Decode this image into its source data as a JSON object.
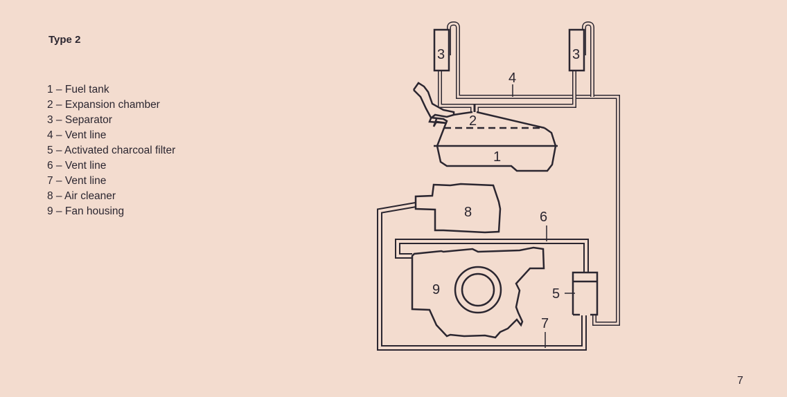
{
  "title": "Type 2",
  "legend": [
    {
      "num": "1",
      "label": "Fuel tank"
    },
    {
      "num": "2",
      "label": "Expansion chamber"
    },
    {
      "num": "3",
      "label": "Separator"
    },
    {
      "num": "4",
      "label": "Vent line"
    },
    {
      "num": "5",
      "label": "Activated charcoal filter"
    },
    {
      "num": "6",
      "label": "Vent line"
    },
    {
      "num": "7",
      "label": "Vent line"
    },
    {
      "num": "8",
      "label": "Air cleaner"
    },
    {
      "num": "9",
      "label": "Fan housing"
    }
  ],
  "legend_text": [
    "1 – Fuel tank",
    "2 – Expansion chamber",
    "3 – Separator",
    "4 – Vent line",
    "5 – Activated charcoal filter",
    "6 – Vent line",
    "7 – Vent line",
    "8 – Air cleaner",
    "9 – Fan housing"
  ],
  "diagram_labels": {
    "fuel_tank": "1",
    "expansion_chamber": "2",
    "separator_left": "3",
    "separator_right": "3",
    "vent_line_4": "4",
    "charcoal_filter": "5",
    "vent_line_6": "6",
    "vent_line_7": "7",
    "air_cleaner": "8",
    "fan_housing": "9"
  },
  "page_number": "7",
  "colors": {
    "paper": "#f3dccf",
    "ink": "#2b2630"
  }
}
